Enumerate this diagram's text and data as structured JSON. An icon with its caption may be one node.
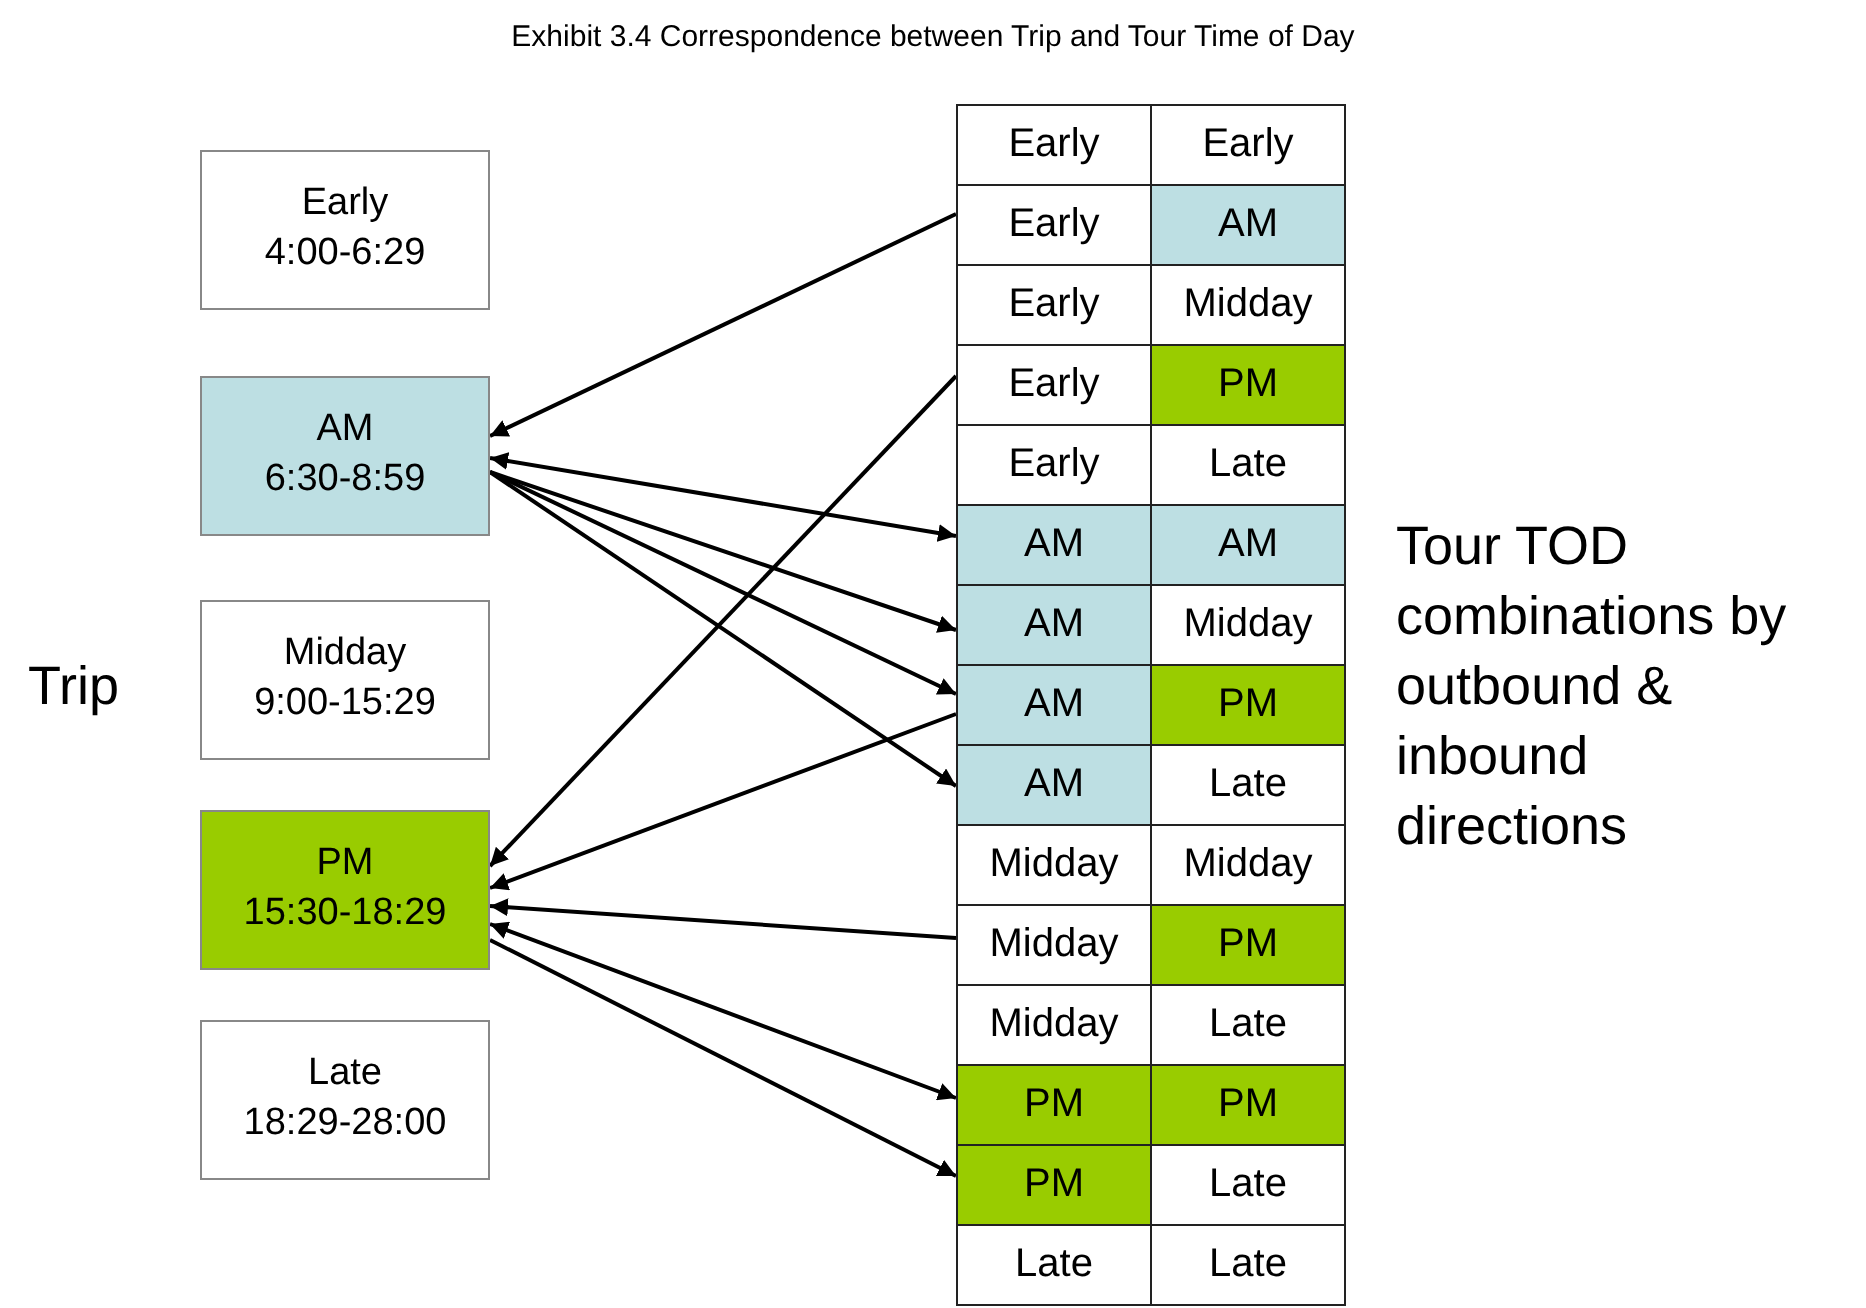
{
  "diagram": {
    "title": "Exhibit 3.4 Correspondence between Trip and Tour Time of Day",
    "nodes": [
      {
        "text": [
          "Early",
          "4:00-6:29"
        ]
      },
      {
        "text": [
          "AM",
          "6:30-8:59"
        ]
      },
      {
        "text": [
          "Midday",
          "9:00-15:29"
        ]
      },
      {
        "text": [
          "PM",
          "15:30-18:29"
        ]
      },
      {
        "text": [
          "Late",
          "18:29-28:00"
        ]
      },
      {
        "text": [
          "Early",
          "Early"
        ]
      },
      {
        "text": [
          "Early",
          "AM"
        ]
      },
      {
        "text": [
          "Early",
          "Midday"
        ]
      },
      {
        "text": [
          "Early",
          "PM"
        ]
      },
      {
        "text": [
          "Early",
          "Late"
        ]
      },
      {
        "text": [
          "AM",
          "AM"
        ]
      },
      {
        "text": [
          "AM",
          "Midday"
        ]
      },
      {
        "text": [
          "AM",
          "PM"
        ]
      },
      {
        "text": [
          "AM",
          "Late"
        ]
      },
      {
        "text": [
          "Midday",
          "Midday"
        ]
      },
      {
        "text": [
          "Midday",
          "PM"
        ]
      },
      {
        "text": [
          "Midday",
          "Late"
        ]
      },
      {
        "text": [
          "PM",
          "PM"
        ]
      },
      {
        "text": [
          "PM",
          "Late"
        ]
      },
      {
        "text": [
          "Late",
          "Late"
        ]
      }
    ],
    "edges": [
      {
        "from": 6,
        "to": 1,
        "arrow": "to"
      },
      {
        "from": 1,
        "to": 10,
        "arrow": "both"
      },
      {
        "from": 1,
        "to": 11,
        "arrow": "to"
      },
      {
        "from": 1,
        "to": 12,
        "arrow": "to"
      },
      {
        "from": 1,
        "to": 13,
        "arrow": "to"
      },
      {
        "from": 8,
        "to": 3,
        "arrow": "to"
      },
      {
        "from": 12,
        "to": 3,
        "arrow": "to"
      },
      {
        "from": 15,
        "to": 3,
        "arrow": "to"
      },
      {
        "from": 3,
        "to": 17,
        "arrow": "both"
      },
      {
        "from": 3,
        "to": 18,
        "arrow": "to"
      }
    ],
    "labels": [
      "Trip",
      "Tour TOD combinations by outbound & inbound directions"
    ]
  }
}
